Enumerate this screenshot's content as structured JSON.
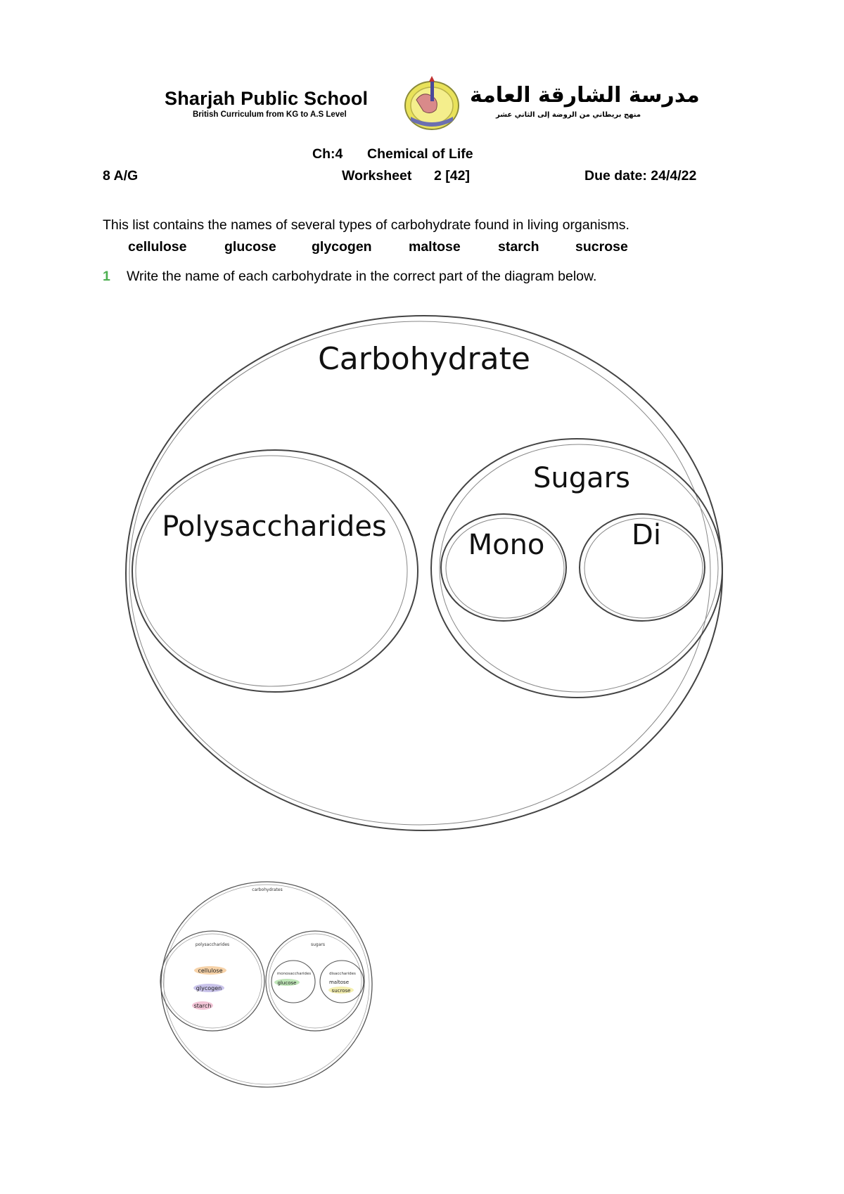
{
  "header": {
    "school_name_en": "Sharjah Public School",
    "school_subtitle_en": "British Curriculum from KG to A.S Level",
    "school_name_ar": "مدرسة الشارقة العامة",
    "school_subtitle_ar": "منهج بريطاني من الروضة إلى الثاني عشر",
    "chapter": "Ch:4",
    "chapter_title": "Chemical of Life",
    "class": "8 A/G",
    "worksheet_label": "Worksheet",
    "worksheet_number": "2 [42]",
    "due_date": "Due date: 24/4/22"
  },
  "intro": {
    "text": "This list contains the names of several types of carbohydrate found in living organisms.",
    "words": [
      "cellulose",
      "glucose",
      "glycogen",
      "maltose",
      "starch",
      "sucrose"
    ]
  },
  "question": {
    "number": "1",
    "text": "Write the name of each carbohydrate in the correct part of the diagram below."
  },
  "diagram": {
    "outer_label": "Carbohydrate",
    "left_label": "Polysaccharides",
    "right_label": "Sugars",
    "mono_label": "Mono",
    "di_label": "Di"
  },
  "answer_diagram": {
    "outer_label": "carbohydrates",
    "left_label": "polysaccharides",
    "right_label": "sugars",
    "mono_label": "monosaccharides",
    "di_label": "disaccharides",
    "poly_items": [
      "cellulose",
      "glycogen",
      "starch"
    ],
    "mono_items": [
      "glucose"
    ],
    "di_items": [
      "maltose",
      "sucrose"
    ],
    "colors": {
      "cellulose": "#f6d2a8",
      "glycogen": "#c9c3ea",
      "starch": "#f2c4d6",
      "glucose": "#bfe6b8",
      "sucrose": "#f4efb0"
    }
  }
}
